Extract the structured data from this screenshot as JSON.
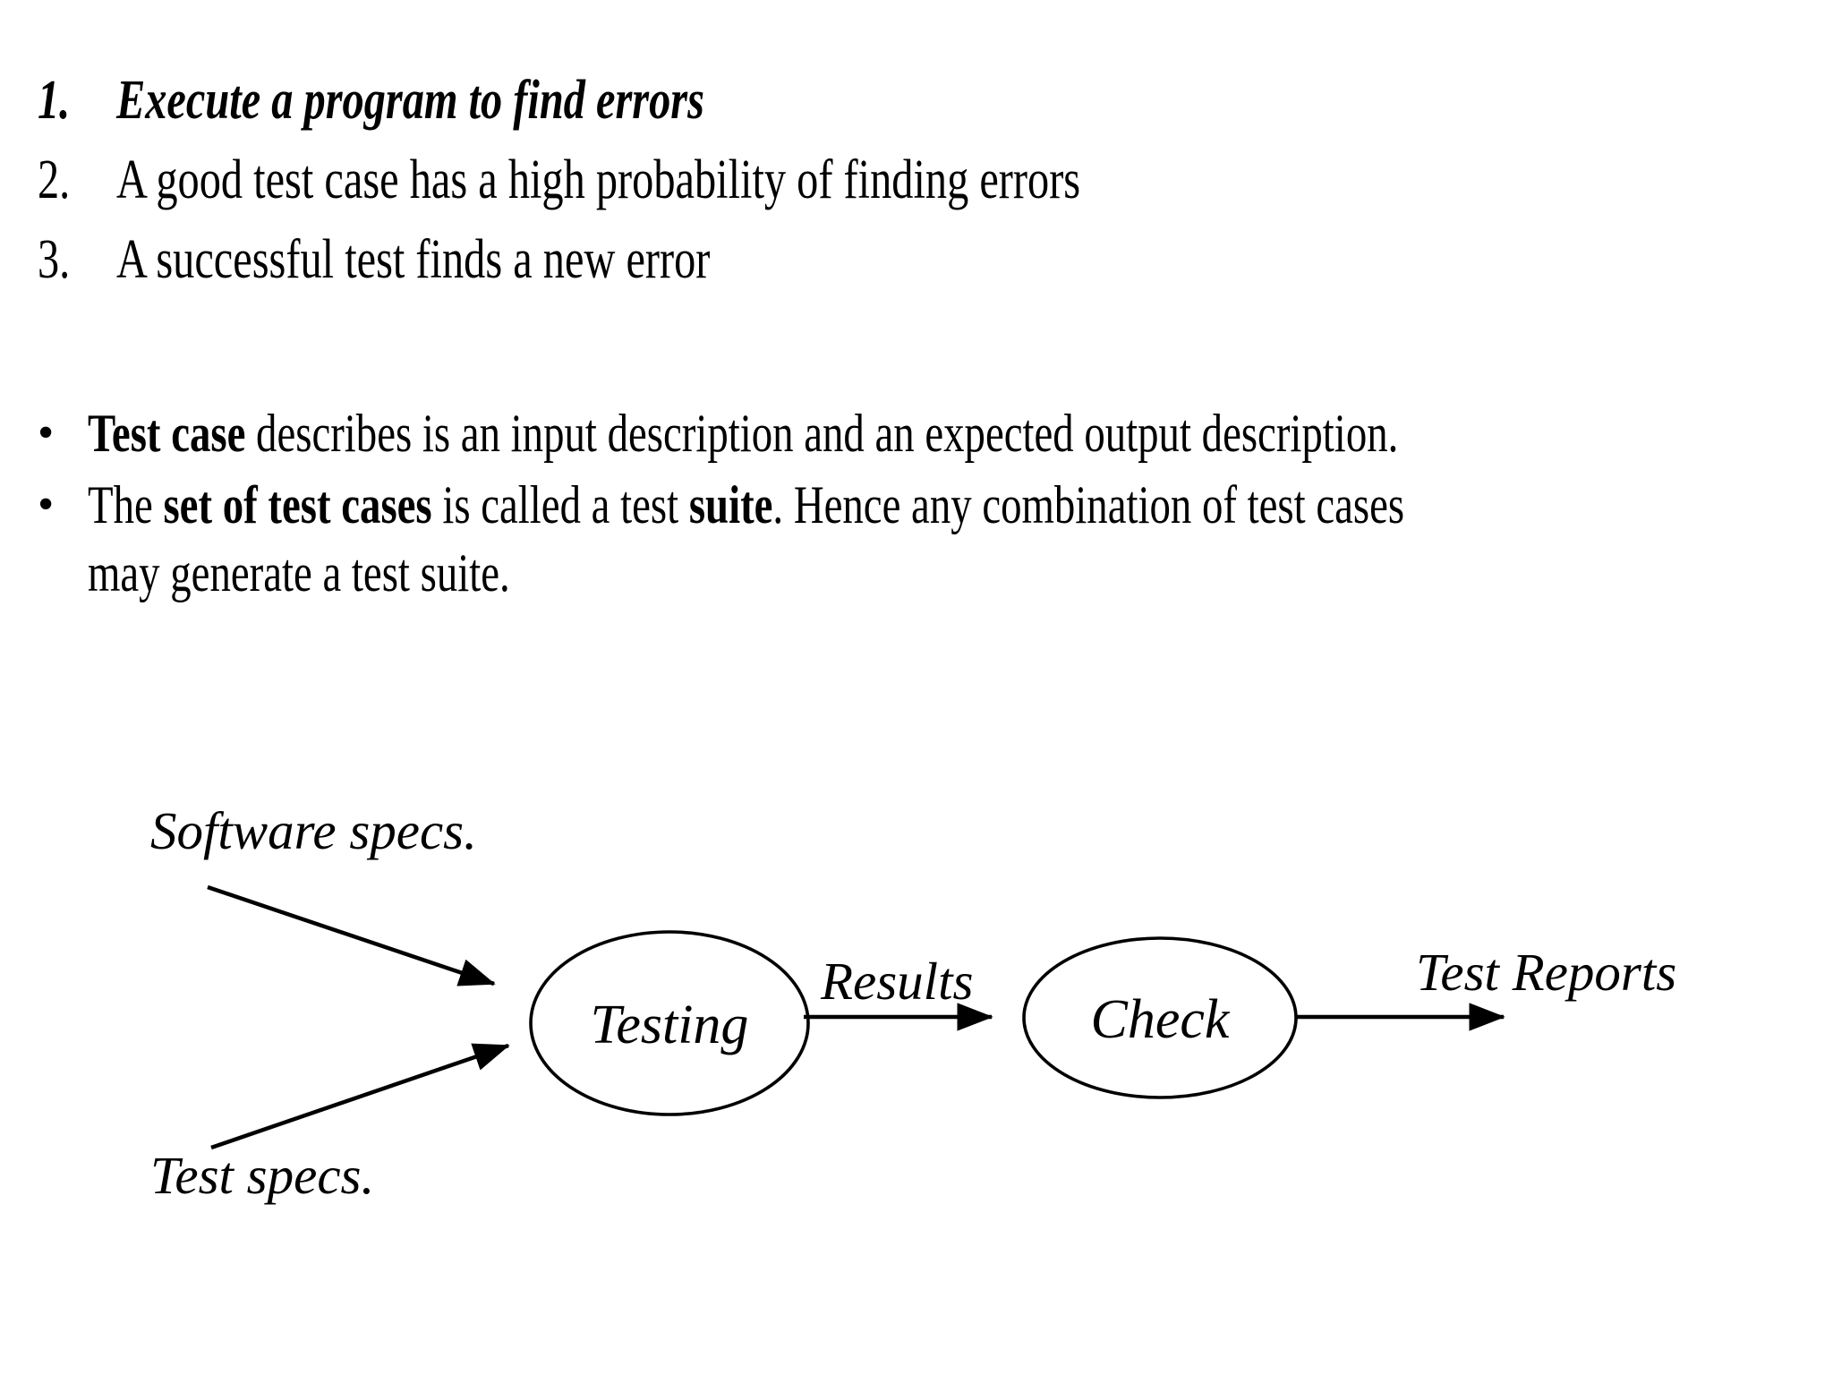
{
  "slide": {
    "background_color": "#ffffff",
    "text_color": "#000000"
  },
  "numbered_list": [
    {
      "marker": "1.",
      "text": "Execute a program to find errors",
      "emphasis": "bold-italic"
    },
    {
      "marker": "2.",
      "text": "A good test case has a high probability of finding errors",
      "emphasis": "none"
    },
    {
      "marker": "3.",
      "text": "A successful test finds a new error",
      "emphasis": "none"
    }
  ],
  "bullet_list": [
    {
      "marker": "•",
      "runs": [
        {
          "text": "Test case",
          "bold": true
        },
        {
          "text": " describes is an input description and an expected output description.",
          "bold": false
        }
      ]
    },
    {
      "marker": "•",
      "runs": [
        {
          "text": "The ",
          "bold": false
        },
        {
          "text": "set of test cases",
          "bold": true
        },
        {
          "text": " is called a test ",
          "bold": false
        },
        {
          "text": "suite",
          "bold": true
        },
        {
          "text": ". Hence any combination of test cases may generate a test suite.",
          "bold": false
        }
      ]
    }
  ],
  "diagram": {
    "type": "flow",
    "inputs": [
      {
        "label": "Software specs.",
        "id": "software-specs"
      },
      {
        "label": "Test specs.",
        "id": "test-specs"
      }
    ],
    "nodes": [
      {
        "id": "testing",
        "label": "Testing",
        "shape": "ellipse"
      },
      {
        "id": "check",
        "label": "Check",
        "shape": "ellipse"
      }
    ],
    "edges": [
      {
        "id": "software-to-testing",
        "label": ""
      },
      {
        "id": "test-to-testing",
        "label": ""
      },
      {
        "id": "testing-to-check",
        "label": "Results"
      },
      {
        "id": "check-to-output",
        "label": "Test Reports"
      }
    ],
    "edge_labels": {
      "results": "Results",
      "test_reports": "Test Reports"
    }
  }
}
